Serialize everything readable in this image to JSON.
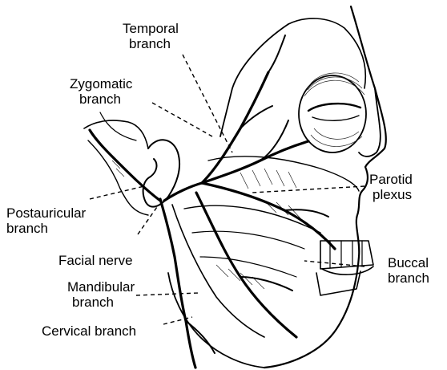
{
  "labels": {
    "temporal": [
      "Temporal",
      "branch"
    ],
    "zygomatic": [
      "Zygomatic",
      "branch"
    ],
    "parotid": [
      "Parotid",
      "plexus"
    ],
    "postauricular": [
      "Postauricular",
      "branch"
    ],
    "facial_nerve": "Facial nerve",
    "buccal": [
      "Buccal",
      "branch"
    ],
    "mandibular": [
      "Mandibular",
      "branch"
    ],
    "cervical": "Cervical branch"
  }
}
